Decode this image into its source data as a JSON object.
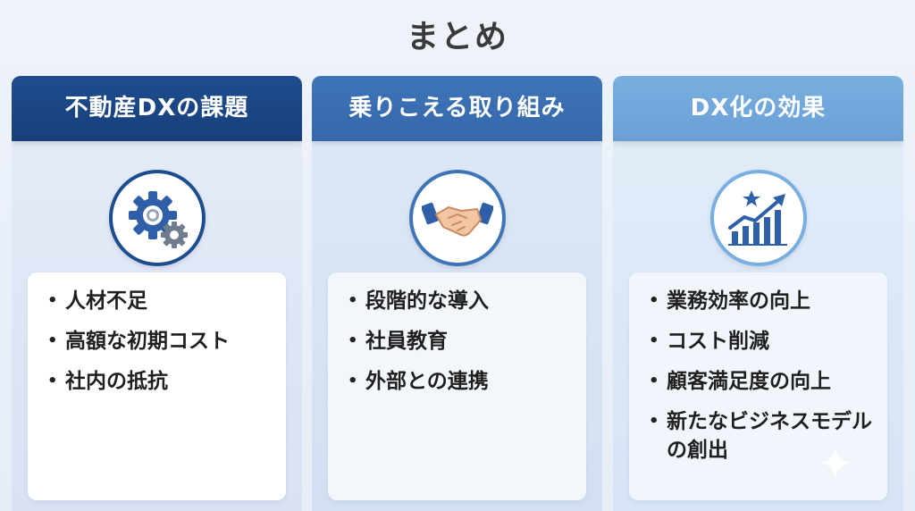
{
  "title": "まとめ",
  "columns": [
    {
      "heading": "不動産DXの課題",
      "icon": "gears-icon",
      "items": [
        "人材不足",
        "高額な初期コスト",
        "社内の抵抗"
      ]
    },
    {
      "heading": "乗りこえる取り組み",
      "icon": "handshake-icon",
      "items": [
        "段階的な導入",
        "社員教育",
        "外部との連携"
      ]
    },
    {
      "heading": "DX化の効果",
      "icon": "growth-chart-icon",
      "items": [
        "業務効率の向上",
        "コスト削減",
        "顧客満足度の向上",
        "新たなビジネスモデルの創出"
      ]
    }
  ],
  "colors": {
    "challenge_header": "#1e4d8f",
    "approach_header": "#3f74b8",
    "effect_header": "#79aee0"
  }
}
